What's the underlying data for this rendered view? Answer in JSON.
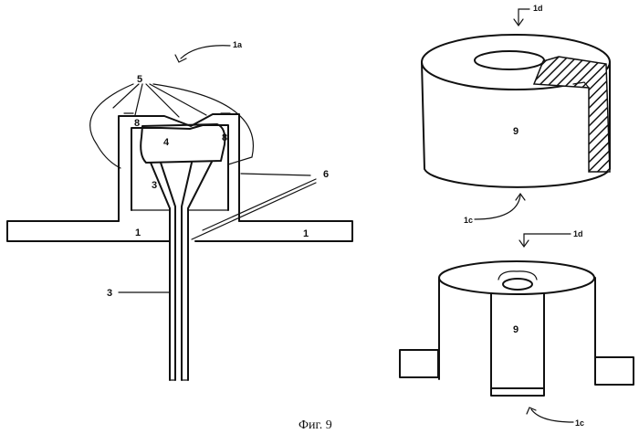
{
  "labels": {
    "l1a": "1a",
    "l5": "5",
    "l8_left": "8",
    "l8_right": "8",
    "l4": "4",
    "l3_upper": "3",
    "l3_lower": "3",
    "l6": "6",
    "l1_left": "1",
    "l1_right": "1",
    "l1d_top": "1d",
    "l9_top": "9",
    "l1c_top": "1c",
    "l1d_bottom": "1d",
    "l9_bottom": "9",
    "l1c_bottom": "1c"
  },
  "caption": "Фиг. 9"
}
